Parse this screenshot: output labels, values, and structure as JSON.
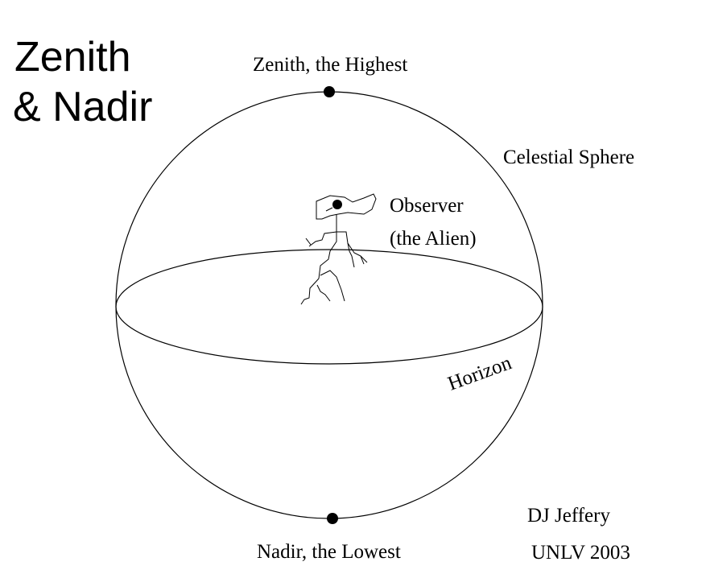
{
  "title": {
    "line1": "Zenith",
    "line2": "& Nadir"
  },
  "labels": {
    "zenith": "Zenith,  the Highest",
    "nadir": "Nadir, the Lowest",
    "sphere": "Celestial Sphere",
    "observer_line1": "Observer",
    "observer_line2": "(the Alien)",
    "horizon": "Horizon"
  },
  "credits": {
    "author": "DJ Jeffery",
    "institution": "UNLV 2003"
  },
  "colors": {
    "ink": "#000000",
    "background": "#ffffff"
  }
}
